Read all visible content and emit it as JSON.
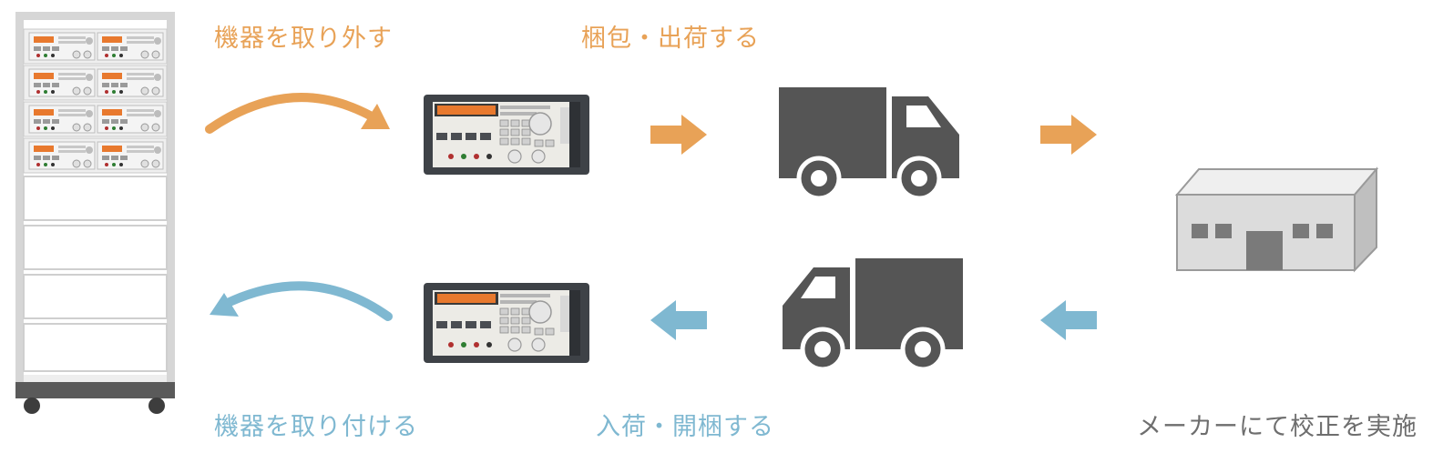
{
  "steps": {
    "remove": "機器を取り外す",
    "pack_ship": "梱包・出荷する",
    "calibrate": "メーカーにて校正を実施",
    "receive_unpack": "入荷・開梱する",
    "install": "機器を取り付ける"
  },
  "colors": {
    "outbound": "#e8a257",
    "inbound": "#7fb8d1",
    "truck": "#555555",
    "factory": "#dcdcdc",
    "rack": "#d6d6d6",
    "instrument_display": "#e8792e"
  },
  "icons": [
    "rack-icon",
    "instrument-icon",
    "truck-icon",
    "factory-icon",
    "curved-arrow-icon",
    "arrow-right-icon",
    "arrow-left-icon"
  ]
}
